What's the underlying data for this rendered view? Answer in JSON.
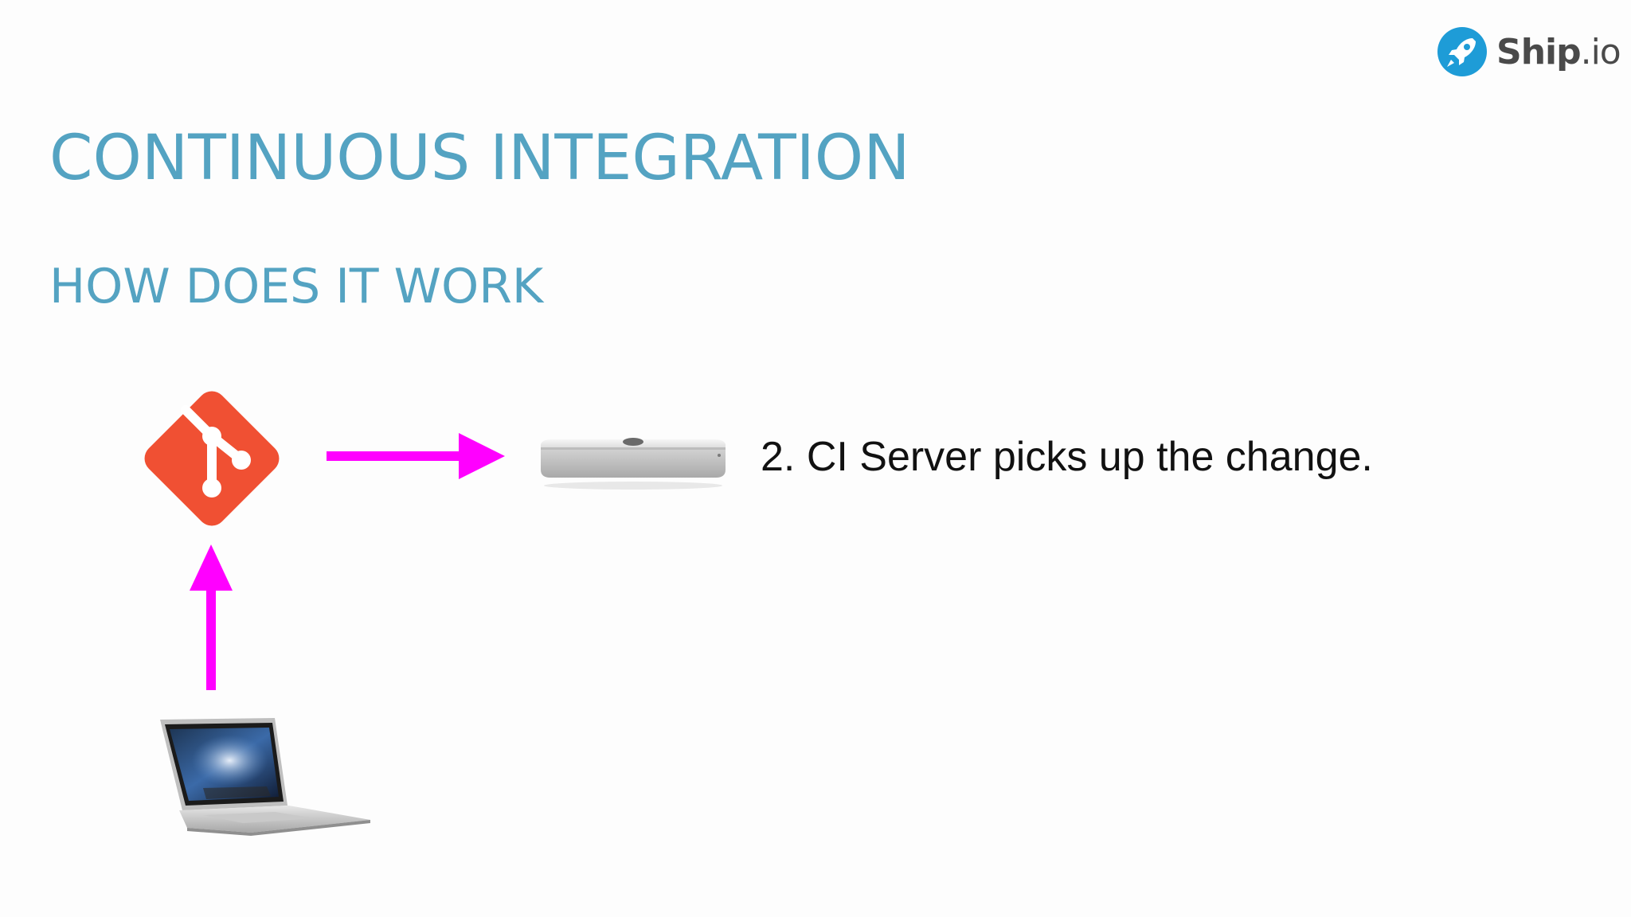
{
  "logo": {
    "brand_bold": "Ship",
    "brand_suffix": ".io",
    "icon": "rocket-icon",
    "color": "#1e9cd7"
  },
  "slide": {
    "title": "CONTINUOUS INTEGRATION",
    "subtitle": "HOW DOES IT WORK",
    "step_text": "2. CI Server picks up the change."
  },
  "diagram": {
    "nodes": [
      "git-repository-icon",
      "ci-server-mac-mini",
      "developer-laptop"
    ],
    "arrow_color": "#ff00ff",
    "git_color": "#f05033",
    "title_color": "#54a3c2"
  }
}
